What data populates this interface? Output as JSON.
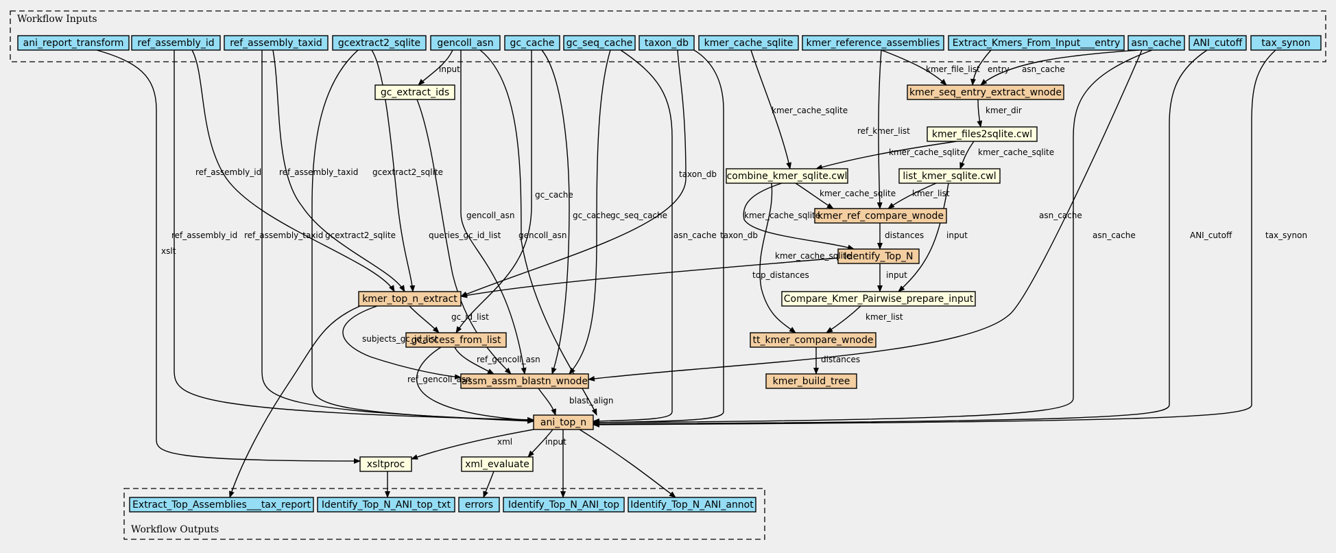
{
  "clusters": {
    "inputs": {
      "label": "Workflow Inputs"
    },
    "outputs": {
      "label": "Workflow Outputs"
    }
  },
  "colors": {
    "background": "#efefef",
    "io": "#94ddf4",
    "step": "#f3cea1",
    "tool": "#ffffe0",
    "stroke": "#000000"
  },
  "nodes": [
    {
      "id": "ani_report_transform",
      "label": "ani_report_transform",
      "kind": "io"
    },
    {
      "id": "ref_assembly_id",
      "label": "ref_assembly_id",
      "kind": "io"
    },
    {
      "id": "ref_assembly_taxid",
      "label": "ref_assembly_taxid",
      "kind": "io"
    },
    {
      "id": "gcextract2_sqlite",
      "label": "gcextract2_sqlite",
      "kind": "io"
    },
    {
      "id": "gencoll_asn",
      "label": "gencoll_asn",
      "kind": "io"
    },
    {
      "id": "gc_cache",
      "label": "gc_cache",
      "kind": "io"
    },
    {
      "id": "gc_seq_cache",
      "label": "gc_seq_cache",
      "kind": "io"
    },
    {
      "id": "taxon_db",
      "label": "taxon_db",
      "kind": "io"
    },
    {
      "id": "kmer_cache_sqlite",
      "label": "kmer_cache_sqlite",
      "kind": "io"
    },
    {
      "id": "kmer_reference_assemblies",
      "label": "kmer_reference_assemblies",
      "kind": "io"
    },
    {
      "id": "extract_kmers_entry",
      "label": "Extract_Kmers_From_Input___entry",
      "kind": "io"
    },
    {
      "id": "asn_cache",
      "label": "asn_cache",
      "kind": "io"
    },
    {
      "id": "ani_cutoff",
      "label": "ANI_cutoff",
      "kind": "io"
    },
    {
      "id": "tax_synon",
      "label": "tax_synon",
      "kind": "io"
    },
    {
      "id": "gc_extract_ids",
      "label": "gc_extract_ids",
      "kind": "tool"
    },
    {
      "id": "kmer_seq_entry_extract_wnode",
      "label": "kmer_seq_entry_extract_wnode",
      "kind": "step"
    },
    {
      "id": "kmer_files2sqlite",
      "label": "kmer_files2sqlite.cwl",
      "kind": "tool"
    },
    {
      "id": "combine_kmer_sqlite",
      "label": "combine_kmer_sqlite.cwl",
      "kind": "tool"
    },
    {
      "id": "list_kmer_sqlite",
      "label": "list_kmer_sqlite.cwl",
      "kind": "tool"
    },
    {
      "id": "kmer_ref_compare_wnode",
      "label": "kmer_ref_compare_wnode",
      "kind": "step"
    },
    {
      "id": "identify_top_n",
      "label": "Identify_Top_N",
      "kind": "step"
    },
    {
      "id": "kmer_top_n_extract",
      "label": "kmer_top_n_extract",
      "kind": "step"
    },
    {
      "id": "compare_kmer_pairwise_prepare_input",
      "label": "Compare_Kmer_Pairwise_prepare_input",
      "kind": "tool"
    },
    {
      "id": "gcaccess_from_list",
      "label": "gcaccess_from_list",
      "kind": "step"
    },
    {
      "id": "tt_kmer_compare_wnode",
      "label": "tt_kmer_compare_wnode",
      "kind": "step"
    },
    {
      "id": "assm_assm_blastn_wnode",
      "label": "assm_assm_blastn_wnode",
      "kind": "step"
    },
    {
      "id": "kmer_build_tree",
      "label": "kmer_build_tree",
      "kind": "step"
    },
    {
      "id": "ani_top_n",
      "label": "ani_top_n",
      "kind": "step"
    },
    {
      "id": "xsltproc",
      "label": "xsltproc",
      "kind": "tool"
    },
    {
      "id": "xml_evaluate",
      "label": "xml_evaluate",
      "kind": "tool"
    },
    {
      "id": "extract_top_assemblies_tax_report",
      "label": "Extract_Top_Assemblies___tax_report",
      "kind": "io"
    },
    {
      "id": "identify_top_n_ani_top_txt",
      "label": "Identify_Top_N_ANI_top_txt",
      "kind": "io"
    },
    {
      "id": "errors",
      "label": "errors",
      "kind": "io"
    },
    {
      "id": "identify_top_n_ani_top",
      "label": "Identify_Top_N_ANI_top",
      "kind": "io"
    },
    {
      "id": "identify_top_n_ani_annot",
      "label": "Identify_Top_N_ANI_annot",
      "kind": "io"
    }
  ],
  "edges": [
    {
      "from": "ani_report_transform",
      "to": "xsltproc",
      "label": "xslt"
    },
    {
      "from": "ref_assembly_id",
      "to": "kmer_top_n_extract",
      "label": "ref_assembly_id"
    },
    {
      "from": "ref_assembly_id",
      "to": "ani_top_n",
      "label": "ref_assembly_id"
    },
    {
      "from": "ref_assembly_taxid",
      "to": "kmer_top_n_extract",
      "label": "ref_assembly_taxid"
    },
    {
      "from": "ref_assembly_taxid",
      "to": "ani_top_n",
      "label": "ref_assembly_taxid"
    },
    {
      "from": "gcextract2_sqlite",
      "to": "kmer_top_n_extract",
      "label": "gcextract2_sqlite"
    },
    {
      "from": "gcextract2_sqlite",
      "to": "ani_top_n",
      "label": "gcextract2_sqlite"
    },
    {
      "from": "gencoll_asn",
      "to": "gc_extract_ids",
      "label": "input"
    },
    {
      "from": "gencoll_asn",
      "to": "assm_assm_blastn_wnode",
      "label": "gencoll_asn"
    },
    {
      "from": "gencoll_asn",
      "to": "ani_top_n",
      "label": "gencoll_asn"
    },
    {
      "from": "gc_cache",
      "to": "gcaccess_from_list",
      "label": "gc_cache"
    },
    {
      "from": "gc_cache",
      "to": "assm_assm_blastn_wnode",
      "label": "gc_cache"
    },
    {
      "from": "gc_seq_cache",
      "to": "assm_assm_blastn_wnode",
      "label": "gc_seq_cache"
    },
    {
      "from": "gc_seq_cache",
      "to": "ani_top_n",
      "label": "asn_cache"
    },
    {
      "from": "taxon_db",
      "to": "kmer_top_n_extract",
      "label": "taxon_db"
    },
    {
      "from": "taxon_db",
      "to": "ani_top_n",
      "label": "taxon_db"
    },
    {
      "from": "kmer_cache_sqlite",
      "to": "combine_kmer_sqlite",
      "label": "kmer_cache_sqlite"
    },
    {
      "from": "kmer_reference_assemblies",
      "to": "kmer_seq_entry_extract_wnode",
      "label": "kmer_file_list"
    },
    {
      "from": "kmer_reference_assemblies",
      "to": "kmer_ref_compare_wnode",
      "label": "ref_kmer_list"
    },
    {
      "from": "extract_kmers_entry",
      "to": "kmer_seq_entry_extract_wnode",
      "label": "entry"
    },
    {
      "from": "asn_cache",
      "to": "kmer_seq_entry_extract_wnode",
      "label": "asn_cache"
    },
    {
      "from": "asn_cache",
      "to": "assm_assm_blastn_wnode",
      "label": "asn_cache"
    },
    {
      "from": "asn_cache",
      "to": "ani_top_n",
      "label": "asn_cache"
    },
    {
      "from": "ani_cutoff",
      "to": "ani_top_n",
      "label": "ANI_cutoff"
    },
    {
      "from": "tax_synon",
      "to": "ani_top_n",
      "label": "tax_synon"
    },
    {
      "from": "gc_extract_ids",
      "to": "assm_assm_blastn_wnode",
      "label": "queries_gc_id_list"
    },
    {
      "from": "kmer_seq_entry_extract_wnode",
      "to": "kmer_files2sqlite",
      "label": "kmer_dir"
    },
    {
      "from": "kmer_files2sqlite",
      "to": "combine_kmer_sqlite",
      "label": "kmer_cache_sqlite"
    },
    {
      "from": "kmer_files2sqlite",
      "to": "list_kmer_sqlite",
      "label": "kmer_cache_sqlite"
    },
    {
      "from": "combine_kmer_sqlite",
      "to": "kmer_ref_compare_wnode",
      "label": "kmer_cache_sqlite"
    },
    {
      "from": "combine_kmer_sqlite",
      "to": "identify_top_n",
      "label": "kmer_cache_sqlite"
    },
    {
      "from": "combine_kmer_sqlite",
      "to": "tt_kmer_compare_wnode",
      "label": "kmer_cache_sqlite"
    },
    {
      "from": "list_kmer_sqlite",
      "to": "kmer_ref_compare_wnode",
      "label": "kmer_list"
    },
    {
      "from": "list_kmer_sqlite",
      "to": "compare_kmer_pairwise_prepare_input",
      "label": "input"
    },
    {
      "from": "kmer_ref_compare_wnode",
      "to": "identify_top_n",
      "label": "distances"
    },
    {
      "from": "identify_top_n",
      "to": "kmer_top_n_extract",
      "label": "top_distances"
    },
    {
      "from": "identify_top_n",
      "to": "compare_kmer_pairwise_prepare_input",
      "label": "input"
    },
    {
      "from": "compare_kmer_pairwise_prepare_input",
      "to": "tt_kmer_compare_wnode",
      "label": "kmer_list"
    },
    {
      "from": "tt_kmer_compare_wnode",
      "to": "kmer_build_tree",
      "label": "distances"
    },
    {
      "from": "kmer_top_n_extract",
      "to": "gcaccess_from_list",
      "label": "gc_id_list"
    },
    {
      "from": "kmer_top_n_extract",
      "to": "assm_assm_blastn_wnode",
      "label": "subjects_gc_id_list"
    },
    {
      "from": "kmer_top_n_extract",
      "to": "extract_top_assemblies_tax_report",
      "label": ""
    },
    {
      "from": "gcaccess_from_list",
      "to": "assm_assm_blastn_wnode",
      "label": "ref_gencoll_asn"
    },
    {
      "from": "gcaccess_from_list",
      "to": "ani_top_n",
      "label": "ref_gencoll_asn"
    },
    {
      "from": "assm_assm_blastn_wnode",
      "to": "ani_top_n",
      "label": "blast_align"
    },
    {
      "from": "ani_top_n",
      "to": "xsltproc",
      "label": "xml"
    },
    {
      "from": "ani_top_n",
      "to": "xml_evaluate",
      "label": "input"
    },
    {
      "from": "ani_top_n",
      "to": "identify_top_n_ani_top",
      "label": ""
    },
    {
      "from": "ani_top_n",
      "to": "identify_top_n_ani_annot",
      "label": ""
    },
    {
      "from": "xsltproc",
      "to": "identify_top_n_ani_top_txt",
      "label": ""
    },
    {
      "from": "xml_evaluate",
      "to": "errors",
      "label": ""
    }
  ]
}
